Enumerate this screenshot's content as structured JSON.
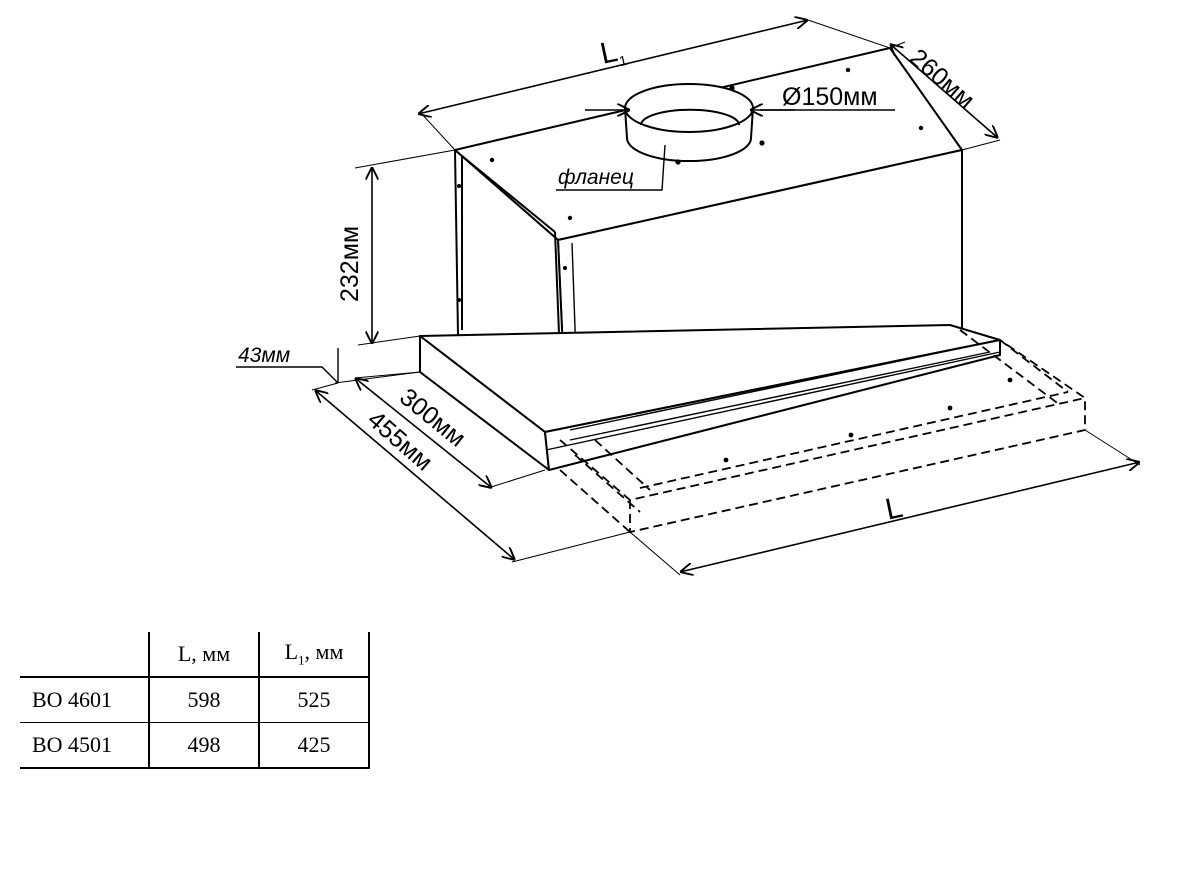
{
  "drawing": {
    "dimensions": {
      "width_top": {
        "label": "L",
        "sub": "1"
      },
      "depth_top": "260мм",
      "duct": "Ø150мм",
      "flange": "фланец",
      "height_body": "232мм",
      "panel_thickness": "43мм",
      "depth_body": "300мм",
      "depth_extended": "455мм",
      "width_bottom": "L"
    }
  },
  "spec_table": {
    "headers": {
      "col_l": "L, мм",
      "col_l1_main": "L",
      "col_l1_sub": "1",
      "col_l1_unit": ", мм"
    },
    "rows": [
      {
        "model": "BO 4601",
        "L": "598",
        "L1": "525"
      },
      {
        "model": "BO 4501",
        "L": "498",
        "L1": "425"
      }
    ]
  }
}
